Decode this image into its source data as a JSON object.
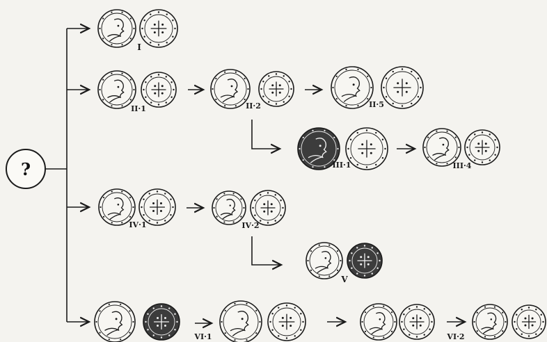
{
  "root": {
    "label": "?"
  },
  "labels": {
    "i": "I",
    "ii1": "II·1",
    "ii2": "II·2",
    "ii5": "II·5",
    "iii1": "III·1",
    "iii4": "III·4",
    "iv1": "IV·1",
    "iv2": "IV·2",
    "v": "V",
    "vi1": "VI·1",
    "vi2": "VI·2"
  },
  "coin_types": {
    "obverse": "bust-icon",
    "reverse": "cross-icon"
  },
  "colors": {
    "ink": "#1a1a1a",
    "paper": "#f4f3ef",
    "dark_coin": "#3c3c3c"
  }
}
